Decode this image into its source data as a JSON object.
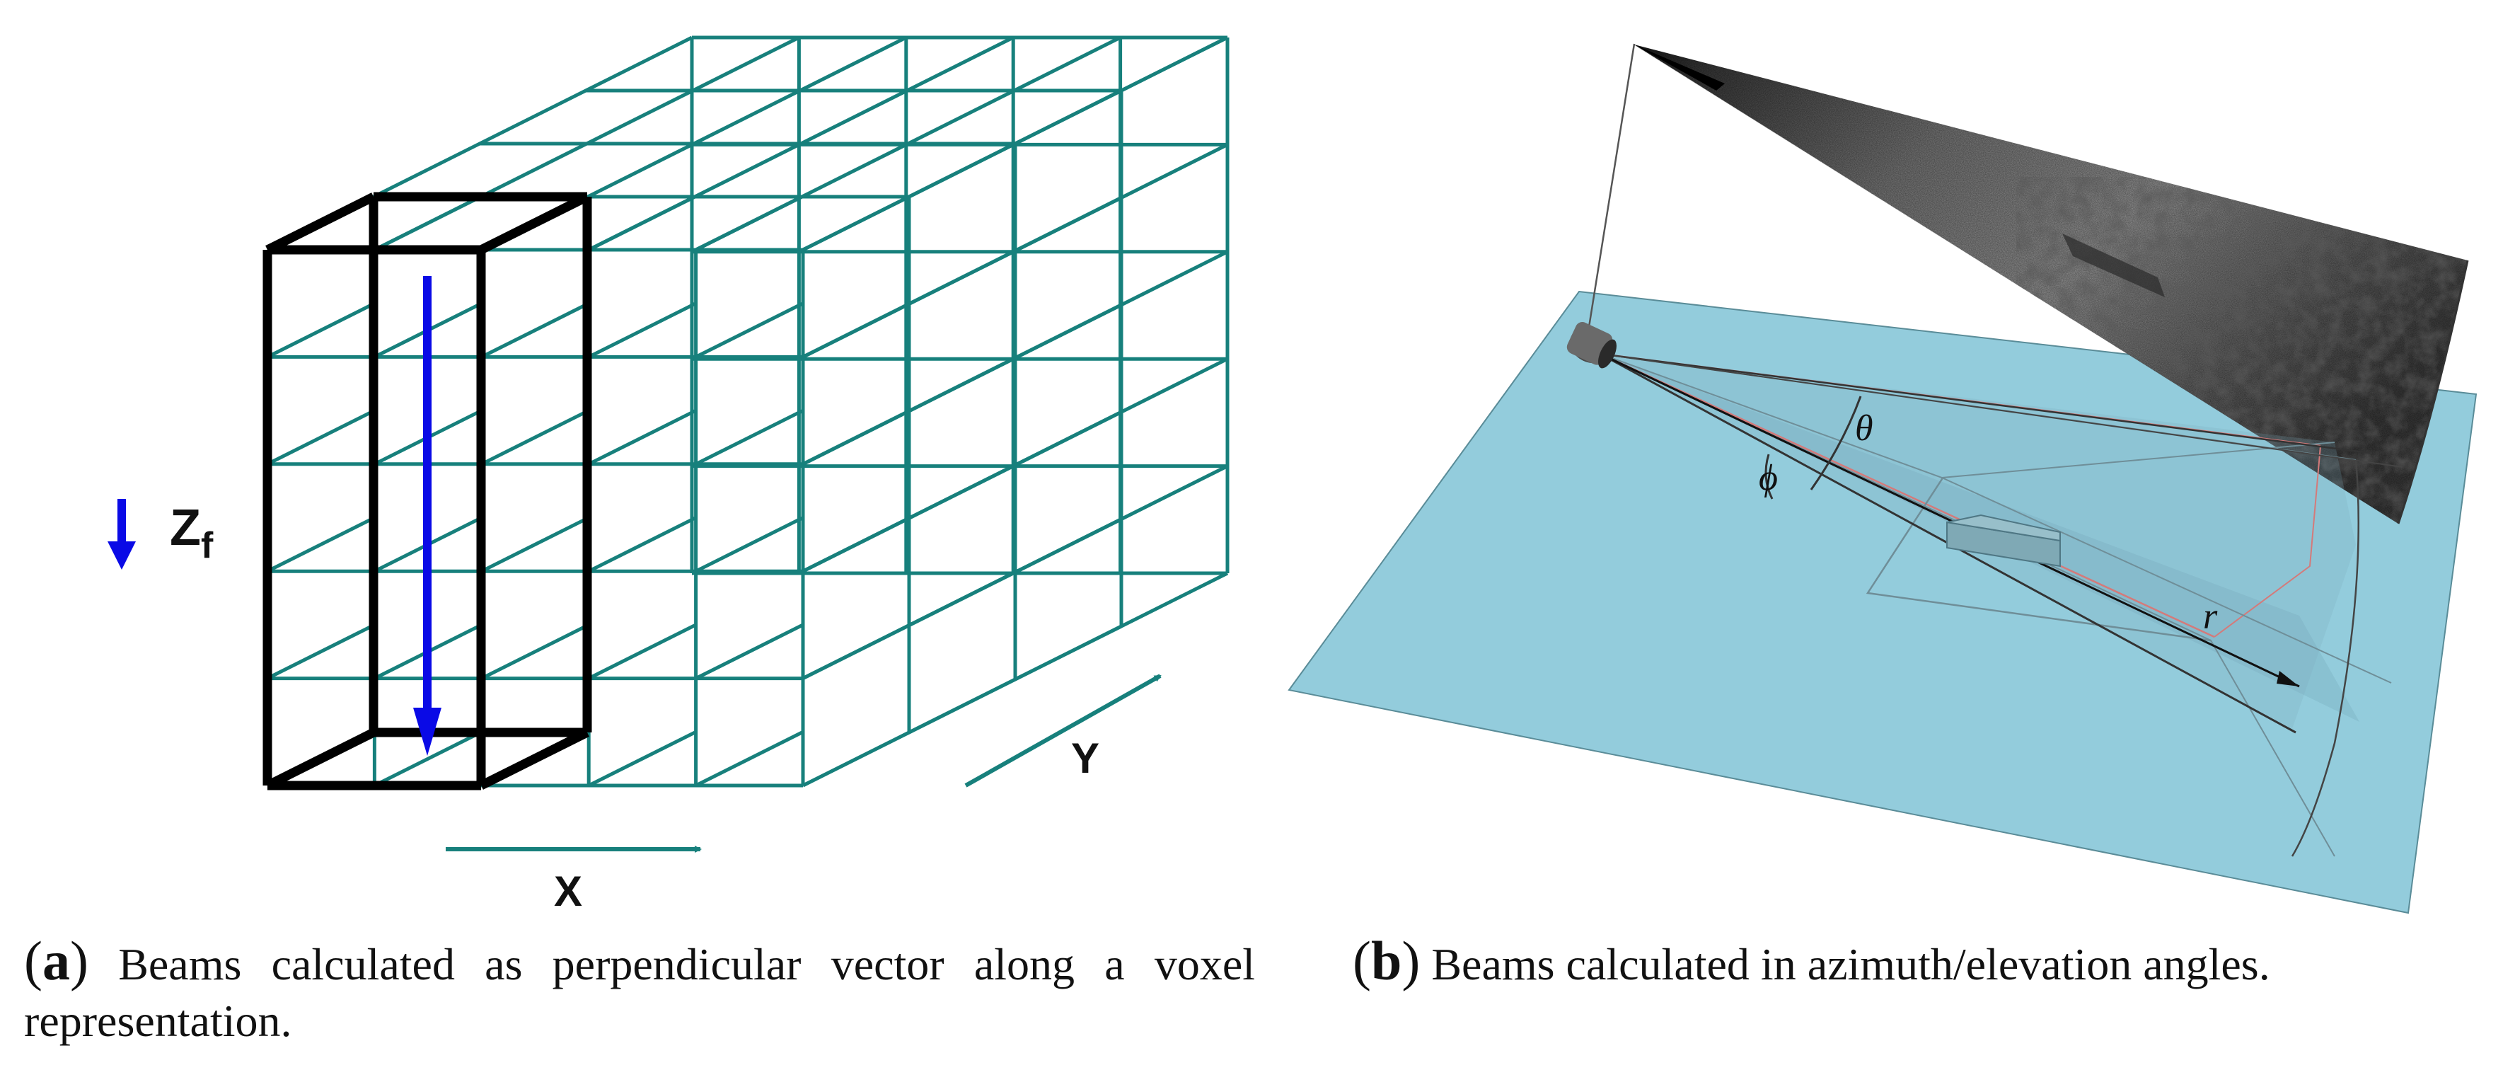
{
  "panel_a": {
    "label_z": "Z",
    "label_z_sub": "f",
    "label_x": "X",
    "label_y": "Y",
    "colors": {
      "grid": "#17807c",
      "column": "#000000",
      "beam_arrow": "#0a0ae6",
      "axis_arrows": "#17807c"
    }
  },
  "panel_b": {
    "label_theta": "θ",
    "label_phi": "ϕ",
    "label_r": "r",
    "colors": {
      "seabed": "#93ccdc",
      "beam_edge": "#d47a7a"
    }
  },
  "captions": {
    "a": {
      "letter": "a",
      "text": "Beams calculated as perpendicular vector along a voxel representation."
    },
    "b": {
      "letter": "b",
      "text": "Beams calculated in azimuth/elevation angles."
    }
  }
}
